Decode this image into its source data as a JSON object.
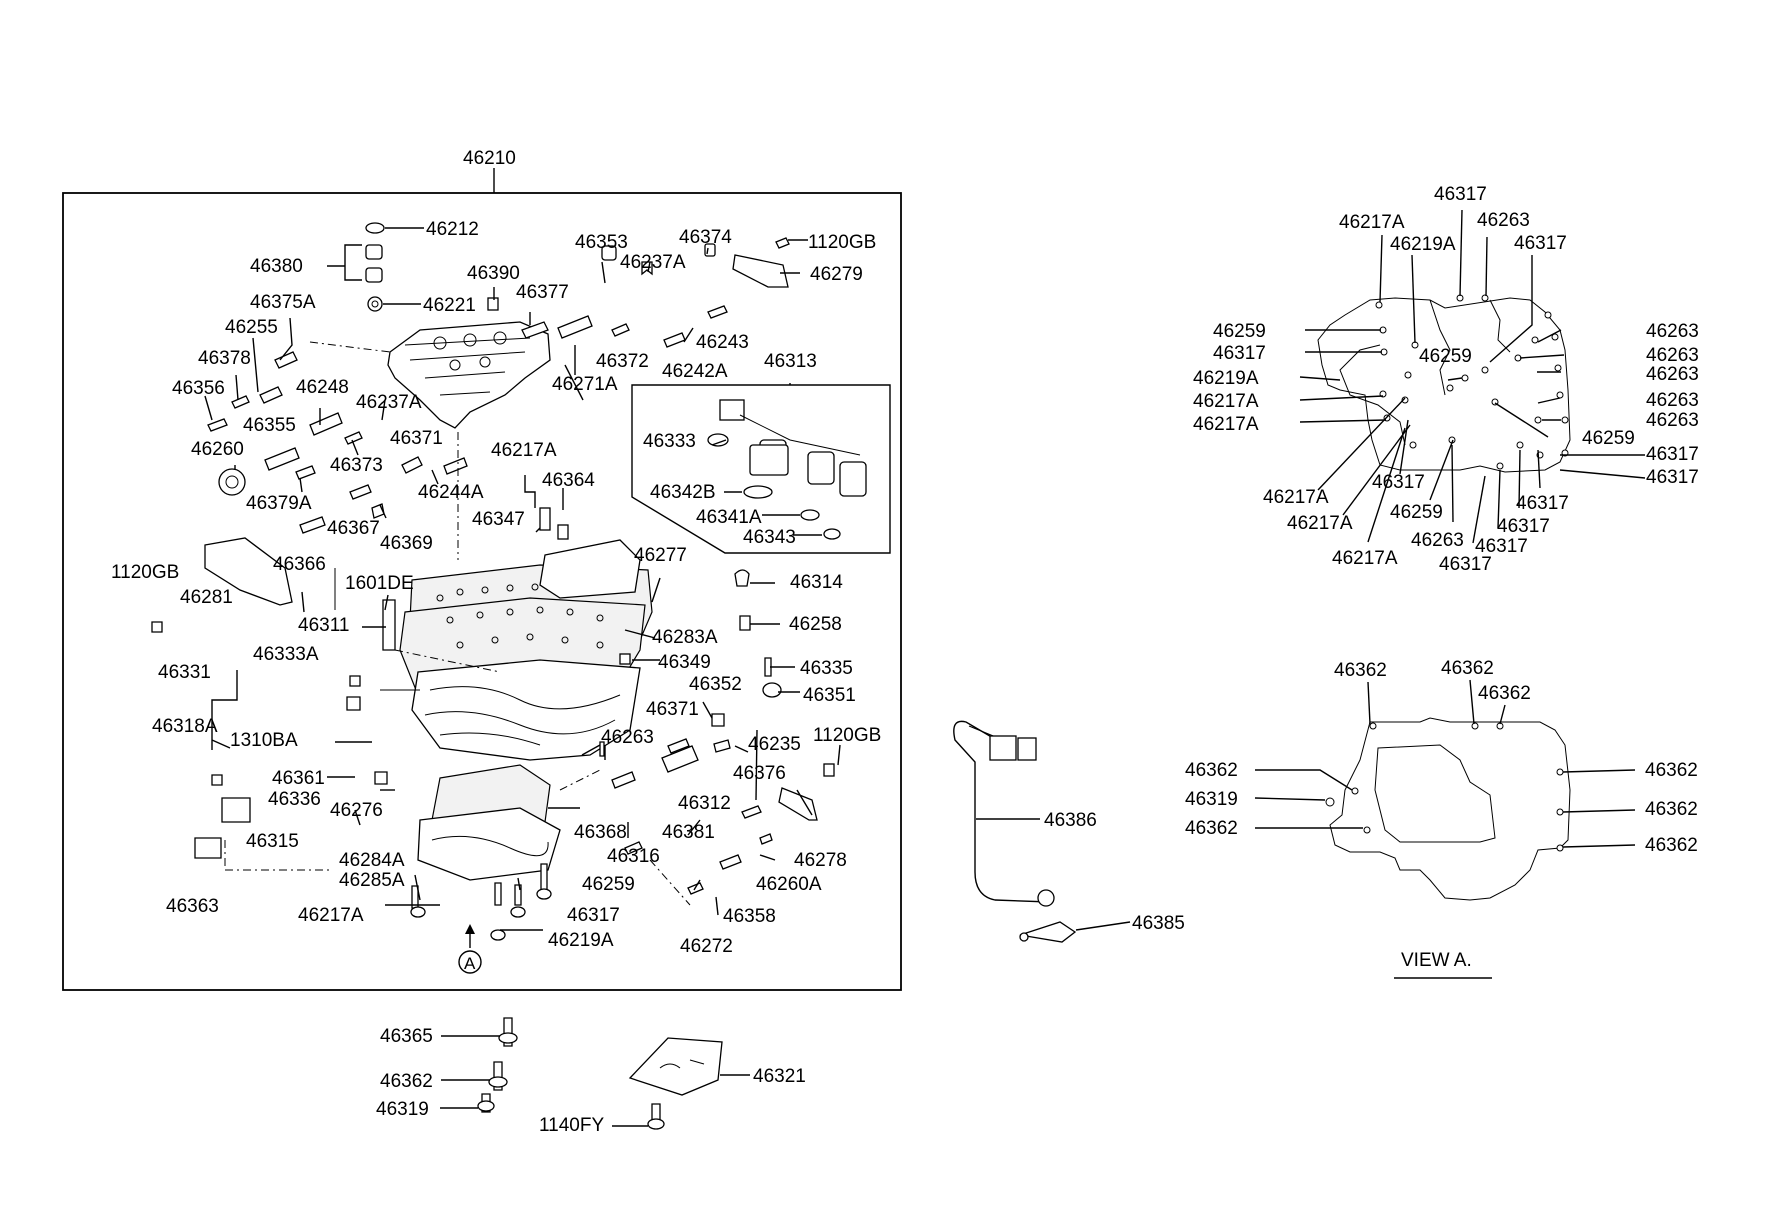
{
  "labels": {
    "l_46210": "46210",
    "l_46212": "46212",
    "l_46380": "46380",
    "l_46221": "46221",
    "l_46390": "46390",
    "l_46377": "46377",
    "l_46353": "46353",
    "l_46237A_t": "46237A",
    "l_46374": "46374",
    "l_1120GB_t": "1120GB",
    "l_46279": "46279",
    "l_46375A": "46375A",
    "l_46255": "46255",
    "l_46378": "46378",
    "l_46356": "46356",
    "l_46248": "46248",
    "l_46237A_m": "46237A",
    "l_46355": "46355",
    "l_46371_t": "46371",
    "l_46260": "46260",
    "l_46373": "46373",
    "l_46244A": "46244A",
    "l_46379A": "46379A",
    "l_46372": "46372",
    "l_46271A": "46271A",
    "l_46243": "46243",
    "l_46242A": "46242A",
    "l_46313": "46313",
    "l_46333": "46333",
    "l_46342B": "46342B",
    "l_46341A": "46341A",
    "l_46343": "46343",
    "l_46217A_c": "46217A",
    "l_46364": "46364",
    "l_46347": "46347",
    "l_46367": "46367",
    "l_46369": "46369",
    "l_46366": "46366",
    "l_46277": "46277",
    "l_1120GB_l": "1120GB",
    "l_46281": "46281",
    "l_1601DE": "1601DE",
    "l_46311": "46311",
    "l_46314": "46314",
    "l_46258": "46258",
    "l_46283A": "46283A",
    "l_46331": "46331",
    "l_46333A": "46333A",
    "l_46349": "46349",
    "l_46335": "46335",
    "l_46351": "46351",
    "l_46352": "46352",
    "l_46371_m": "46371",
    "l_46318A": "46318A",
    "l_1310BA": "1310BA",
    "l_46263_c": "46263",
    "l_46235": "46235",
    "l_1120GB_r": "1120GB",
    "l_46361": "46361",
    "l_46336": "46336",
    "l_46276": "46276",
    "l_46376": "46376",
    "l_46312": "46312",
    "l_46315": "46315",
    "l_46368": "46368",
    "l_46278": "46278",
    "l_46284A": "46284A",
    "l_46285A": "46285A",
    "l_46316": "46316",
    "l_46381": "46381",
    "l_46363": "46363",
    "l_46259_c": "46259",
    "l_46260A": "46260A",
    "l_46217A_b": "46217A",
    "l_46317_c": "46317",
    "l_46358": "46358",
    "l_46219A_c": "46219A",
    "l_46272": "46272",
    "l_A": "A",
    "l_46365": "46365",
    "l_46362_b": "46362",
    "l_46319_b": "46319",
    "l_46321": "46321",
    "l_1140FY": "1140FY",
    "l_46386": "46386",
    "l_46385": "46385",
    "v1_46317_t": "46317",
    "v1_46217A_t": "46217A",
    "v1_46263_t": "46263",
    "v1_46219A_t": "46219A",
    "v1_46317_t2": "46317",
    "v1_46259_l": "46259",
    "v1_46317_l": "46317",
    "v1_46219A_l": "46219A",
    "v1_46217A_l1": "46217A",
    "v1_46217A_l2": "46217A",
    "v1_46259_m": "46259",
    "v1_46263_r1": "46263",
    "v1_46263_r2": "46263",
    "v1_46263_r3": "46263",
    "v1_46263_r4": "46263",
    "v1_46263_r5": "46263",
    "v1_46259_r": "46259",
    "v1_46317_r1": "46317",
    "v1_46317_r2": "46317",
    "v1_46217A_b1": "46217A",
    "v1_46217A_b2": "46217A",
    "v1_46217A_b3": "46217A",
    "v1_46317_b1": "46317",
    "v1_46259_b": "46259",
    "v1_46263_b": "46263",
    "v1_46317_b2": "46317",
    "v1_46317_b3": "46317",
    "v1_46317_b4": "46317",
    "v1_46317_b5": "46317",
    "v2_46362_t1": "46362",
    "v2_46362_t2": "46362",
    "v2_46362_t3": "46362",
    "v2_46362_l1": "46362",
    "v2_46319_l": "46319",
    "v2_46362_l2": "46362",
    "v2_46362_r1": "46362",
    "v2_46362_r2": "46362",
    "v2_46362_r3": "46362",
    "view_title": "VIEW A."
  }
}
